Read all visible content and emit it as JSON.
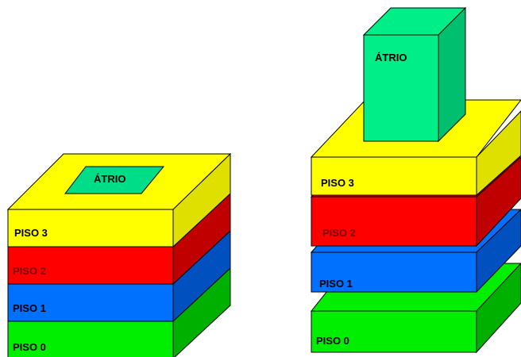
{
  "left_stack": {
    "floors": [
      {
        "label": "PISO 3",
        "color": "#ffff00"
      },
      {
        "label": "PISO 2",
        "color": "#ff0000"
      },
      {
        "label": "PISO 1",
        "color": "#0070ff"
      },
      {
        "label": "PISO 0",
        "color": "#00ee00"
      }
    ],
    "atrium_label": "ÁTRIO",
    "atrium_color": "#00dd88"
  },
  "right_stack": {
    "floors": [
      {
        "label": "PISO 3",
        "color": "#ffff00"
      },
      {
        "label": "PISO 2",
        "color": "#ff0000"
      },
      {
        "label": "PISO 1",
        "color": "#0070ff"
      },
      {
        "label": "PISO 0",
        "color": "#00ee00"
      }
    ],
    "atrium_label": "ÁTRIO",
    "atrium_color": "#00ee88"
  }
}
